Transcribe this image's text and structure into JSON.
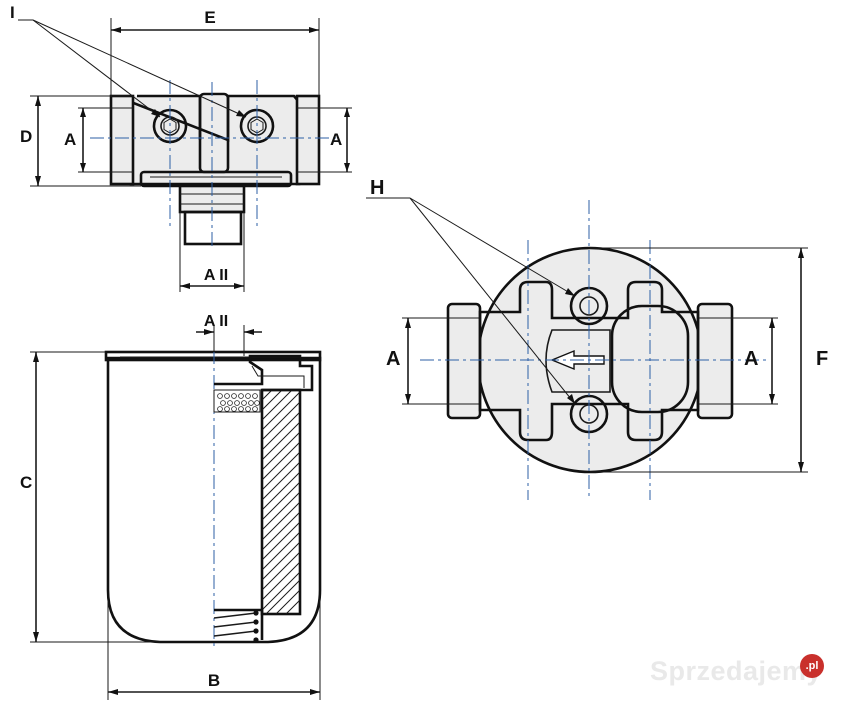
{
  "labels": {
    "I": "I",
    "E": "E",
    "D": "D",
    "A": "A",
    "A2": "A II",
    "H": "H",
    "F": "F",
    "C": "C",
    "B": "B"
  },
  "watermark": {
    "text": "Sprzedajemy",
    "badge": ".pl",
    "color": "#c9302c"
  },
  "colors": {
    "outline": "#111111",
    "axis": "#2d5fa6",
    "body_fill": "#ececec"
  }
}
